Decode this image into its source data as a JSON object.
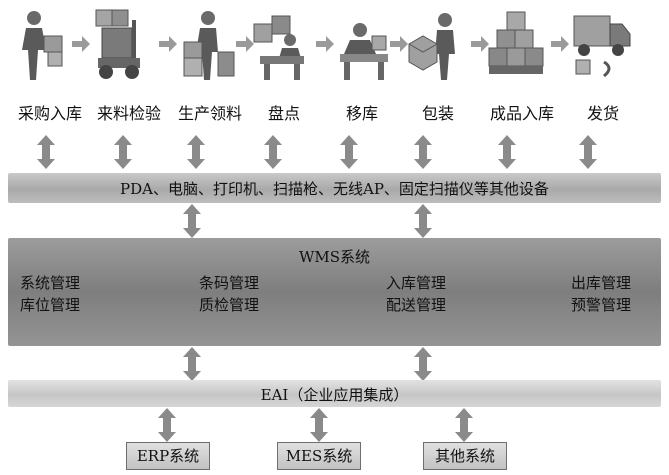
{
  "steps": [
    {
      "label": "采购入库",
      "icon": "purchase-worker-icon"
    },
    {
      "label": "来料检验",
      "icon": "forklift-inspection-icon"
    },
    {
      "label": "生产领料",
      "icon": "production-picking-icon"
    },
    {
      "label": "盘点",
      "icon": "inventory-count-icon"
    },
    {
      "label": "移库",
      "icon": "transfer-worker-icon"
    },
    {
      "label": "包装",
      "icon": "packing-worker-icon"
    },
    {
      "label": "成品入库",
      "icon": "stacked-boxes-icon"
    },
    {
      "label": "发货",
      "icon": "delivery-truck-icon"
    }
  ],
  "devices": {
    "label": "PDA、电脑、打印机、扫描枪、无线AP、固定扫描仪等其他设备"
  },
  "wms": {
    "title": "WMS系统",
    "modules": [
      [
        "系统管理",
        "库位管理"
      ],
      [
        "条码管理",
        "质检管理"
      ],
      [
        "入库管理",
        "配送管理"
      ],
      [
        "出库管理",
        "预警管理"
      ]
    ]
  },
  "eai": {
    "label": "EAI（企业应用集成）"
  },
  "systems": [
    "ERP系统",
    "MES系统",
    "其他系统"
  ],
  "colors": {
    "arrow_fill": "#8a8a8a",
    "device_band": "#b4b4b4",
    "wms_panel": "#8c8c8c",
    "eai_band": "#d0d0d0"
  }
}
